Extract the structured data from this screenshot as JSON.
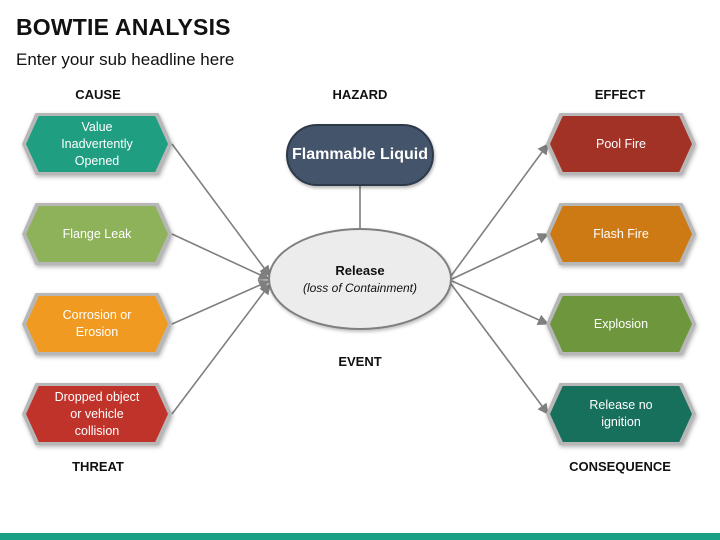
{
  "title": "BOWTIE ANALYSIS",
  "subtitle": "Enter your sub headline here",
  "labels": {
    "cause": "CAUSE",
    "hazard": "HAZARD",
    "effect": "EFFECT",
    "event": "EVENT",
    "threat": "THREAT",
    "consequence": "CONSEQUENCE"
  },
  "hazard": {
    "text": "Flammable Liquid"
  },
  "event": {
    "title": "Release",
    "subtitle": "(loss of Containment)"
  },
  "causes": [
    {
      "text": "Value Inadvertently Opened",
      "color": "#1f9e82"
    },
    {
      "text": "Flange Leak",
      "color": "#8db25a"
    },
    {
      "text": "Corrosion or Erosion",
      "color": "#f09a21"
    },
    {
      "text": "Dropped object or vehicle collision",
      "color": "#c0332b"
    }
  ],
  "effects": [
    {
      "text": "Pool Fire",
      "color": "#a33226"
    },
    {
      "text": "Flash Fire",
      "color": "#cd7a14"
    },
    {
      "text": "Explosion",
      "color": "#6e963c"
    },
    {
      "text": "Release no ignition",
      "color": "#17705c"
    }
  ],
  "colors": {
    "connector": "#7f7f7f",
    "accent_bar": "#1aa085",
    "hazard_fill": "#44546a"
  }
}
